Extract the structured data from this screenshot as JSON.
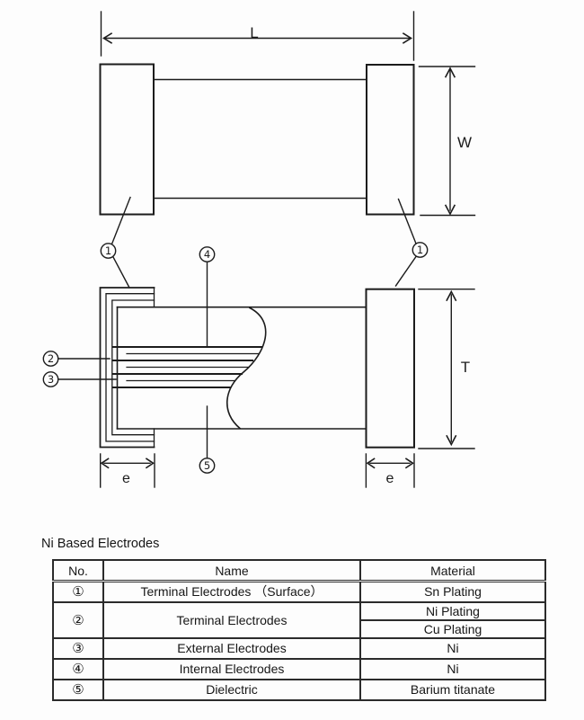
{
  "diagram": {
    "dims": {
      "L": "L",
      "W": "W",
      "T": "T",
      "e_left": "e",
      "e_right": "e"
    },
    "callouts": {
      "n1": "1",
      "n2": "2",
      "n3": "3",
      "n4": "4",
      "n5": "5"
    }
  },
  "table": {
    "title": "Ni Based Electrodes",
    "headers": {
      "no": "No.",
      "name": "Name",
      "material": "Material"
    },
    "rows": [
      {
        "no": "①",
        "name": "Terminal Electrodes （Surface）",
        "material": "Sn Plating"
      },
      {
        "no": "②",
        "name": "Terminal Electrodes",
        "material_1": "Ni Plating",
        "material_2": "Cu Plating"
      },
      {
        "no": "③",
        "name": "External Electrodes",
        "material": "Ni"
      },
      {
        "no": "④",
        "name": "Internal Electrodes",
        "material": "Ni"
      },
      {
        "no": "⑤",
        "name": "Dielectric",
        "material": "Barium titanate"
      }
    ]
  }
}
